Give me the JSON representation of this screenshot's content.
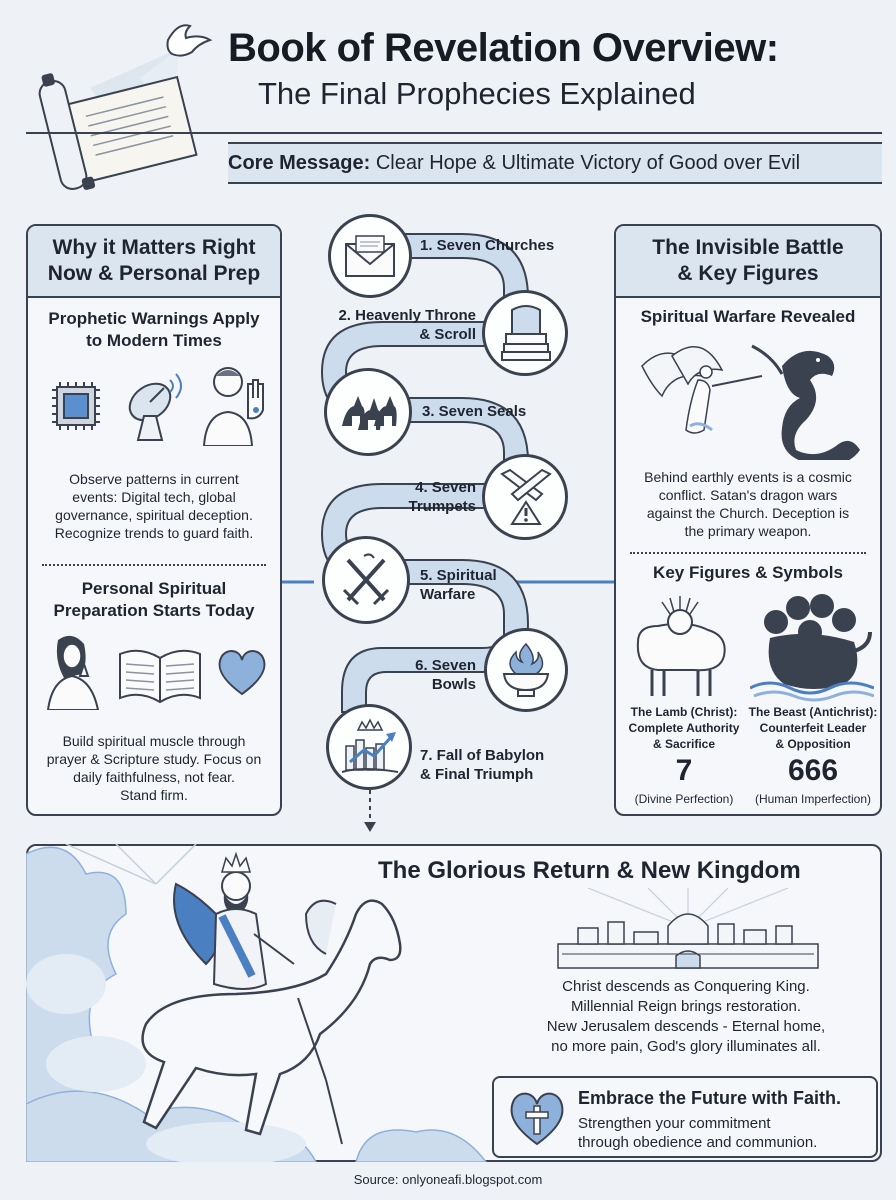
{
  "header": {
    "title": "Book of Revelation Overview:",
    "subtitle": "The Final Prophecies Explained",
    "core_label": "Core Message:",
    "core_text": " Clear Hope & Ultimate Victory of Good over Evil"
  },
  "left_panel": {
    "title_line1": "Why it Matters Right",
    "title_line2": "Now & Personal Prep",
    "section1_title_line1": "Prophetic Warnings Apply",
    "section1_title_line2": "to Modern Times",
    "section1_body": [
      "Observe patterns in current",
      "events: Digital tech, global",
      "governance, spiritual deception.",
      "Recognize trends to guard faith."
    ],
    "section2_title_line1": "Personal Spiritual",
    "section2_title_line2": "Preparation Starts Today",
    "section2_body": [
      "Build spiritual muscle through",
      "prayer & Scripture study. Focus on",
      "daily faithfulness, not fear.",
      "Stand firm."
    ]
  },
  "steps": [
    {
      "label_line1": "1. Seven Churches",
      "label_line2": ""
    },
    {
      "label_line1": "2. Heavenly Throne",
      "label_line2": "& Scroll"
    },
    {
      "label_line1": "3. Seven Seals",
      "label_line2": ""
    },
    {
      "label_line1": "4. Seven",
      "label_line2": "Trumpets"
    },
    {
      "label_line1": "5. Spiritual",
      "label_line2": "Warfare"
    },
    {
      "label_line1": "6. Seven",
      "label_line2": "Bowls"
    },
    {
      "label_line1": "7. Fall of Babylon",
      "label_line2": "& Final Triumph"
    }
  ],
  "right_panel": {
    "title_line1": "The Invisible Battle",
    "title_line2": "& Key Figures",
    "section1_title": "Spiritual Warfare Revealed",
    "section1_body": [
      "Behind earthly events is a cosmic",
      "conflict. Satan's dragon wars",
      "against the Church. Deception is",
      "the primary weapon."
    ],
    "section2_title": "Key Figures & Symbols",
    "lamb_caption": [
      "The Lamb (Christ):",
      "Complete Authority",
      "& Sacrifice"
    ],
    "beast_caption": [
      "The Beast (Antichrist):",
      "Counterfeit Leader",
      "& Opposition"
    ],
    "num_left": "7",
    "num_left_caption": "(Divine Perfection)",
    "num_right": "666",
    "num_right_caption": "(Human Imperfection)"
  },
  "bottom": {
    "title": "The Glorious Return & New Kingdom",
    "body": [
      "Christ descends as Conquering King.",
      "Millennial Reign brings restoration.",
      "New Jerusalem descends - Eternal home,",
      "no more pain, God's glory illuminates all."
    ],
    "embrace_title": "Embrace the Future with Faith.",
    "embrace_body": [
      "Strengthen your commitment",
      "through obedience and communion."
    ]
  },
  "source": "Source: onlyoneafi.blogspot.com",
  "colors": {
    "accent": "#4a7fc1",
    "band": "#cddcec",
    "ink": "#3a4250",
    "panel": "#dbe5f0"
  }
}
